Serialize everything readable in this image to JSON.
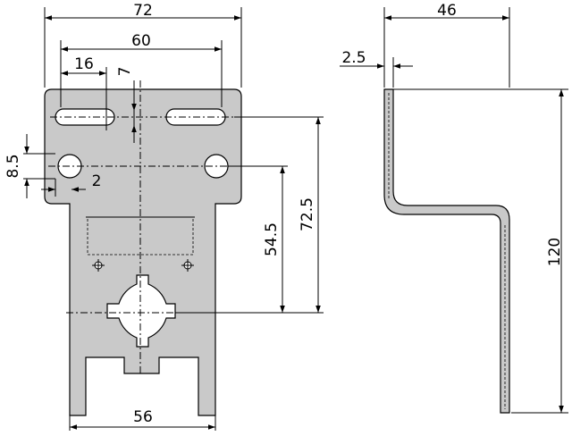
{
  "diagram": {
    "front_view": {
      "overall_width": "72",
      "slot_spacing": "60",
      "slot_length": "16",
      "slot_offset": "7",
      "hole_height": "8.5",
      "hole_offset": "2",
      "lower_width": "56",
      "height_to_hole": "54.5",
      "height_to_slot": "72.5"
    },
    "side_view": {
      "overall_depth": "46",
      "thickness": "2.5",
      "overall_height": "120"
    }
  }
}
